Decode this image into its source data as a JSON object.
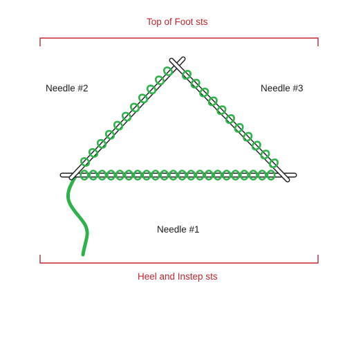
{
  "labels": {
    "top_bracket": "Top of Foot sts",
    "needle_2": "Needle #2",
    "needle_3": "Needle #3",
    "needle_1": "Needle #1",
    "bottom_bracket": "Heel and Instep sts"
  },
  "colors": {
    "bracket": "#c0272d",
    "yarn": "#2db34a",
    "needle_fill": "#ffffff",
    "needle_outline": "#222222",
    "text": "#1a1a1a"
  },
  "stitch_counts": {
    "needle_1": 22,
    "needle_2": 11,
    "needle_3": 11
  }
}
